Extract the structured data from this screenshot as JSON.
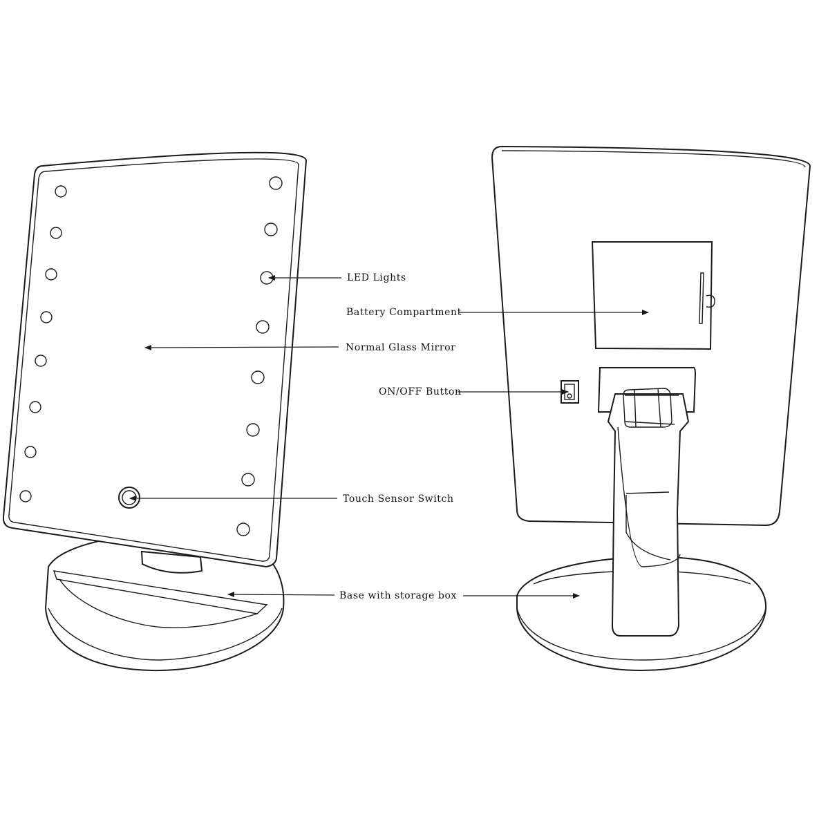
{
  "labels": {
    "led_lights": "LED Lights",
    "battery_compartment": "Battery Compartment",
    "normal_glass_mirror": "Normal Glass Mirror",
    "on_off_button": "ON/OFF Button",
    "touch_sensor_switch": "Touch Sensor Switch",
    "base_with_storage_box": "Base with storage box"
  },
  "colors": {
    "line": "#1a1a1a",
    "background": "#ffffff"
  },
  "front_view": {
    "led_count": 16
  }
}
